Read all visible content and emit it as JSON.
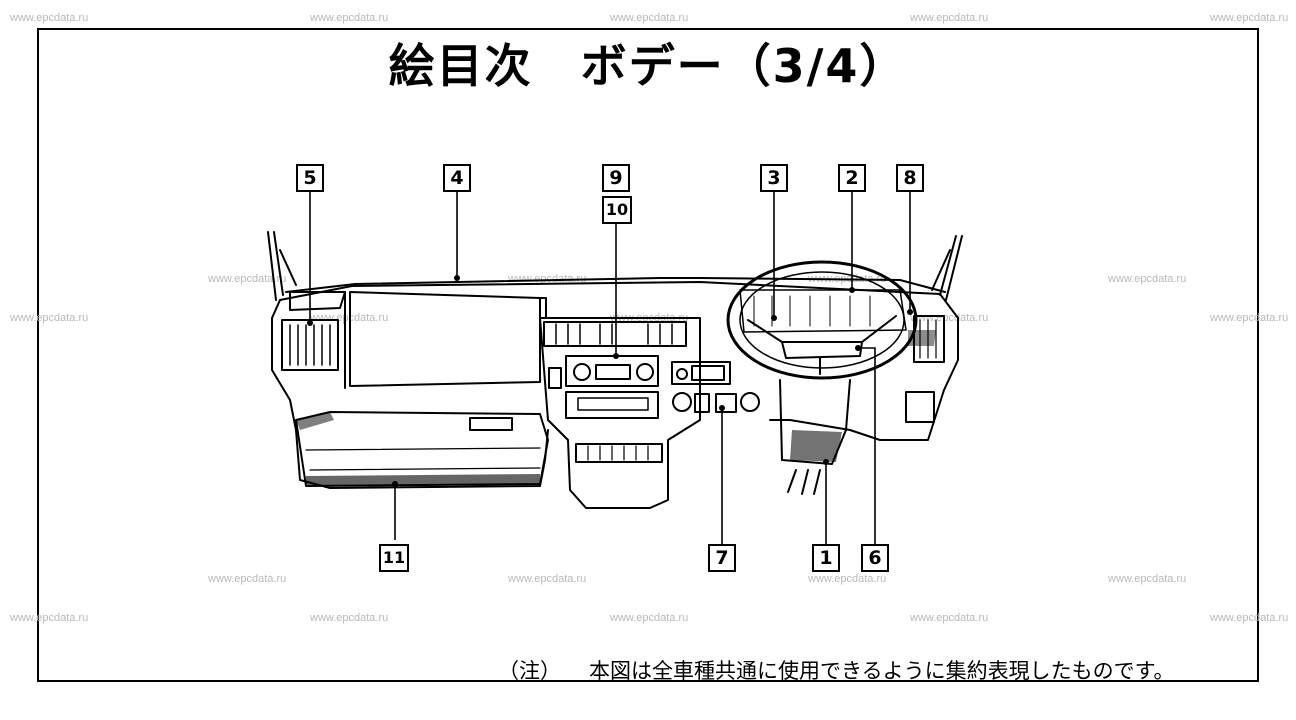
{
  "title": "絵目次　ボデー（3/4）",
  "watermark": "www.epcdata.ru",
  "callouts": {
    "c1": "1",
    "c2": "2",
    "c3": "3",
    "c4": "4",
    "c5": "5",
    "c6": "6",
    "c7": "7",
    "c8": "8",
    "c9": "9",
    "c10": "10",
    "c11": "11"
  },
  "note": {
    "label": "（注）",
    "text": "本図は全車種共通に使用できるように集約表現したものです。"
  }
}
